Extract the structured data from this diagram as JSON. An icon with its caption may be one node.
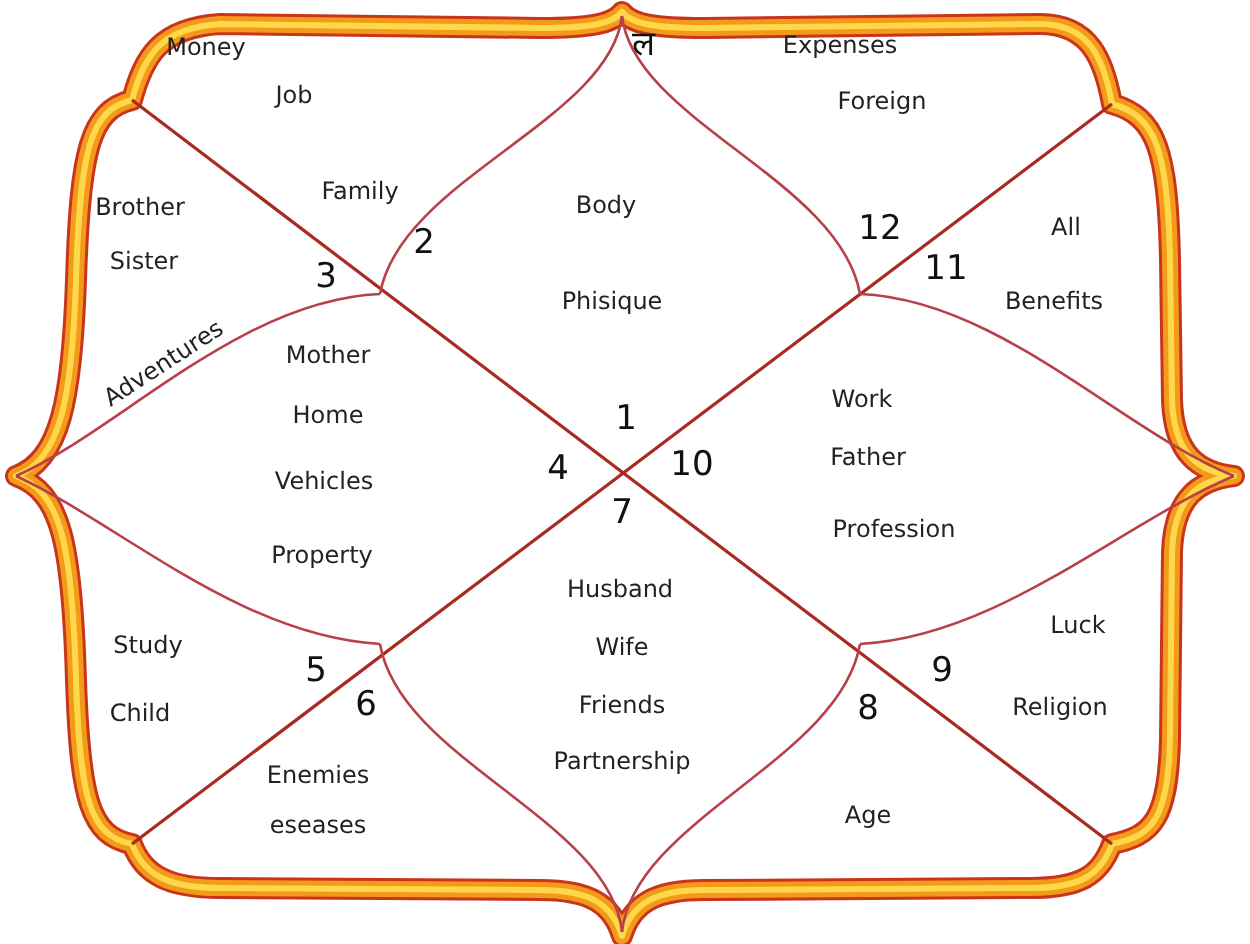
{
  "diagram": {
    "labels": [
      "Money",
      "ल",
      "Expenses",
      "Job",
      "Foreign",
      "Family",
      "Body",
      "Brother",
      "12",
      "All",
      "2",
      "Sister",
      "11",
      "3",
      "Phisique",
      "Benefits",
      "Mother",
      "Adventures",
      "Work",
      "Home",
      "1",
      "Father",
      "10",
      "4",
      "Vehicles",
      "7",
      "Profession",
      "Property",
      "Husband",
      "Luck",
      "Study",
      "Wife",
      "5",
      "9",
      "Child",
      "Friends",
      "6",
      "Religion",
      "8",
      "Partnership",
      "Enemies",
      "Age",
      "eseases"
    ]
  }
}
